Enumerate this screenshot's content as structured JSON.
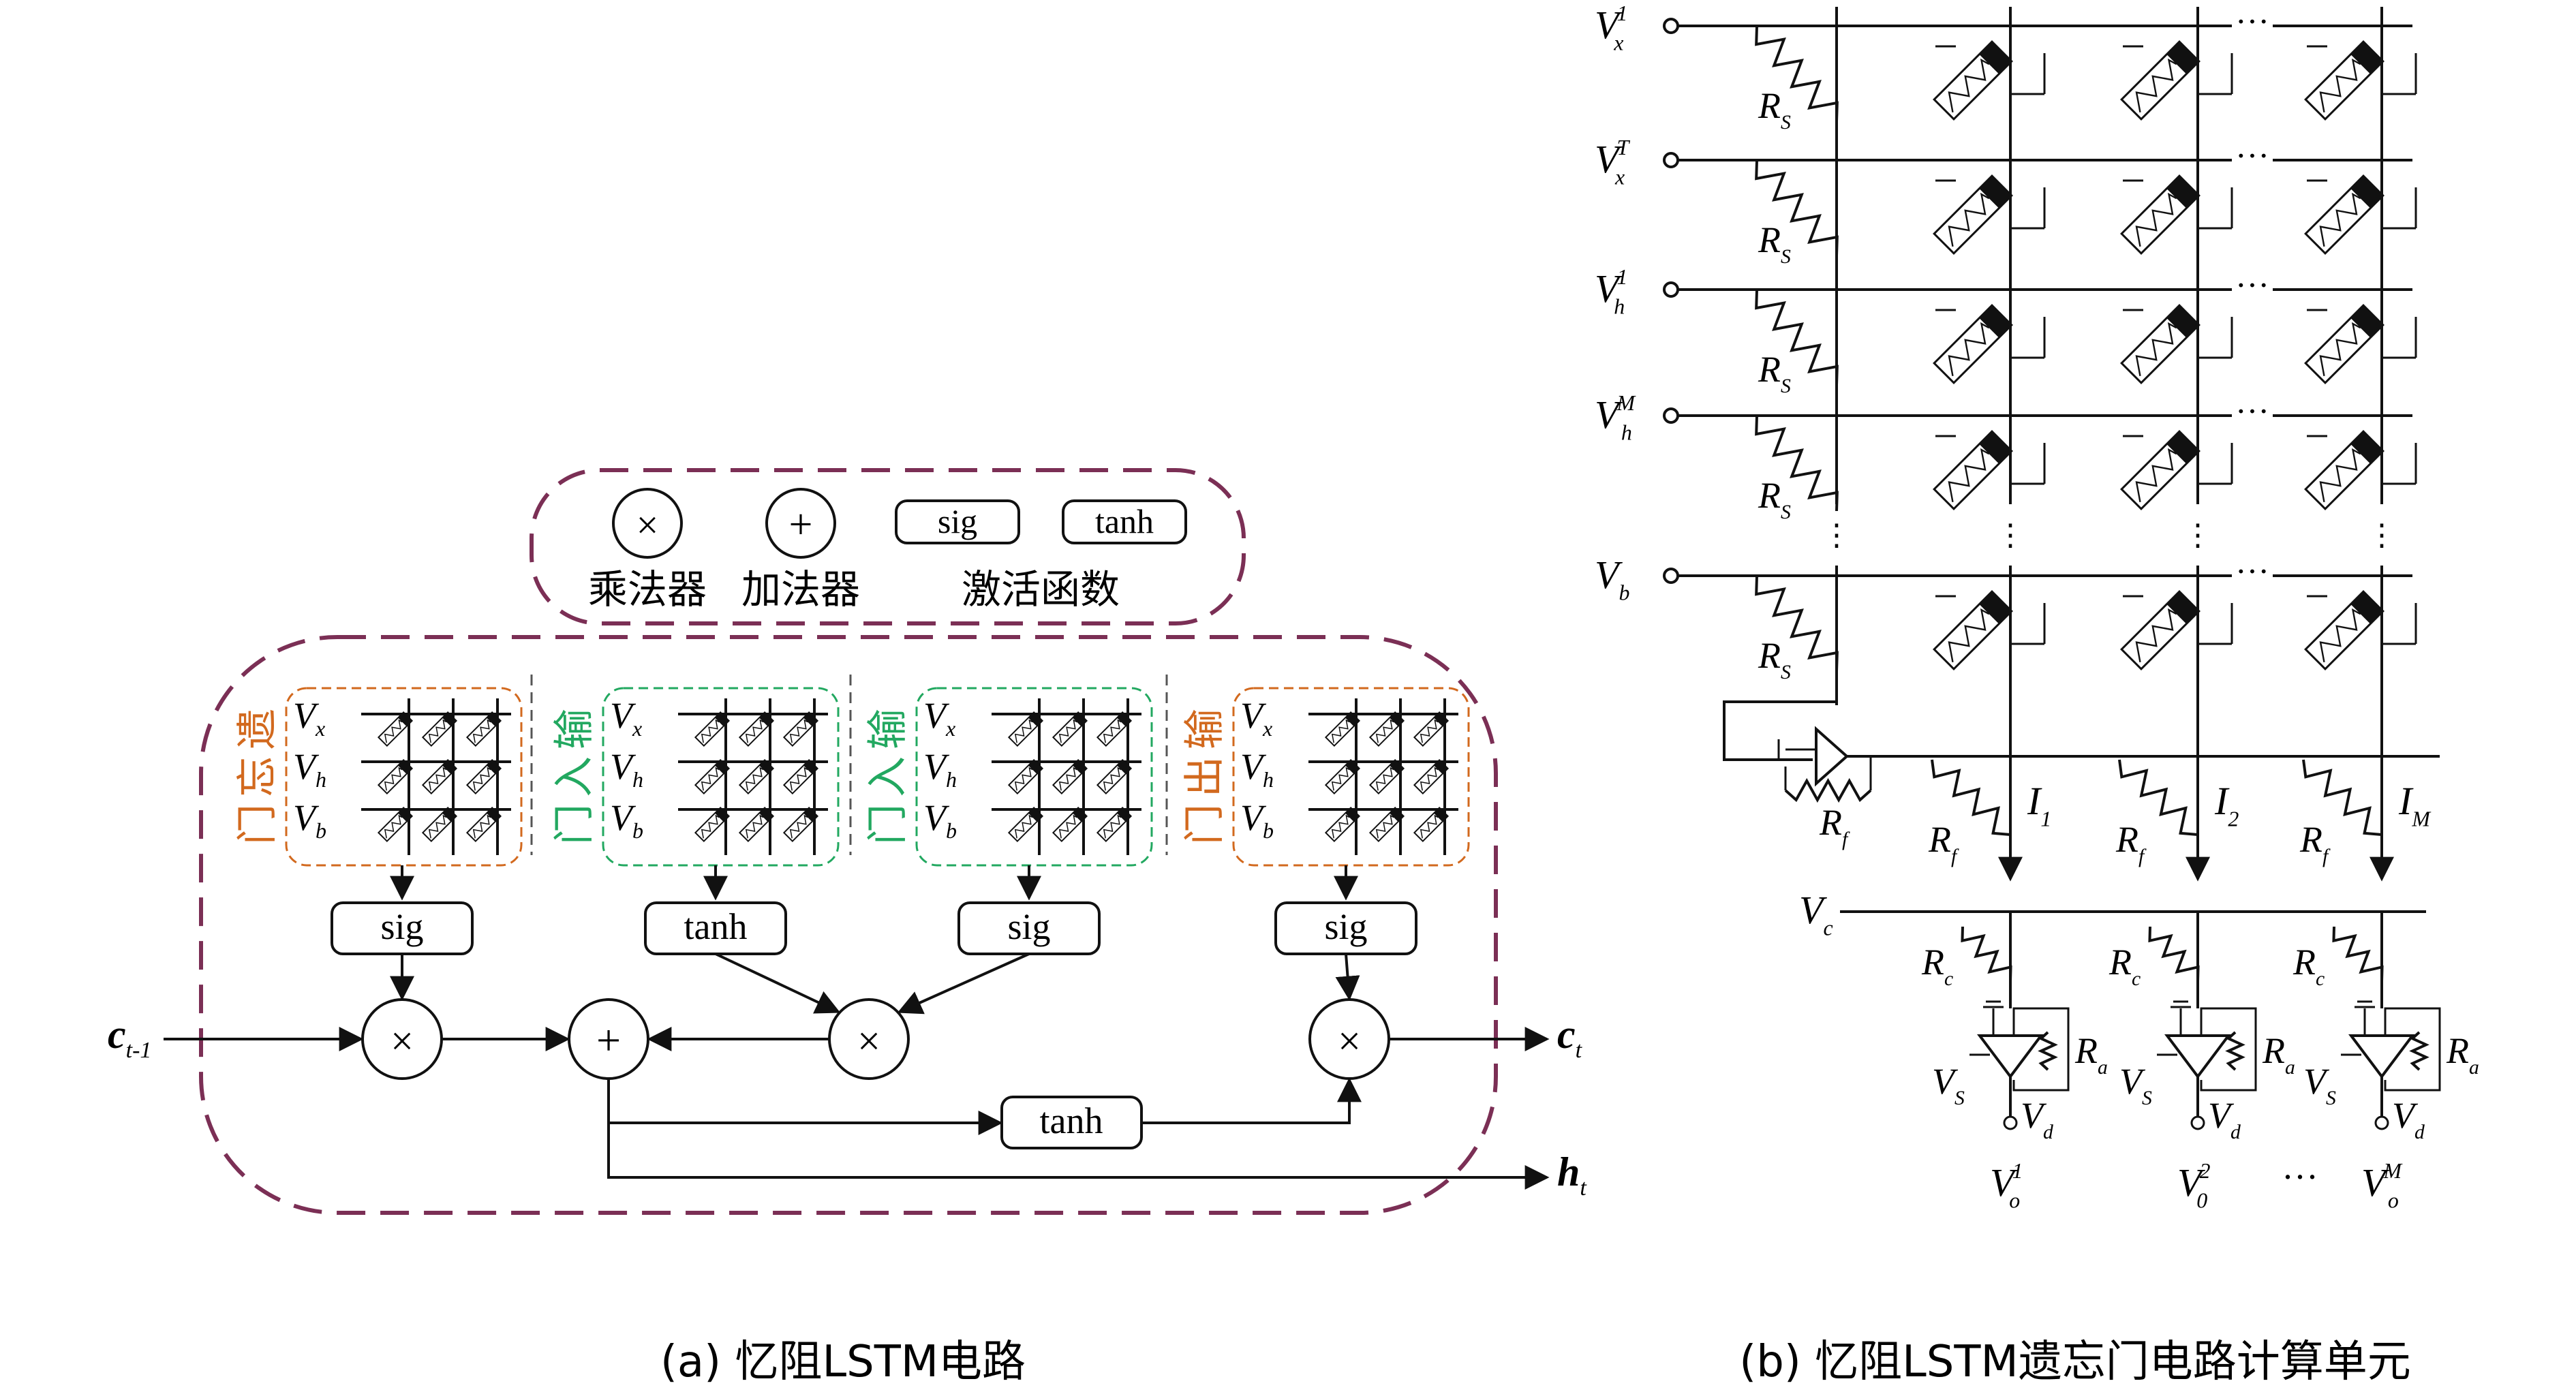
{
  "colors": {
    "ink": "#111111",
    "frame": "#7b2f55",
    "forget": "#d2691e",
    "input": "#22a860",
    "output": "#d2691e"
  },
  "legend": {
    "ops": {
      "mult": "×",
      "add": "+",
      "sig": "sig",
      "tanh": "tanh"
    },
    "labels": {
      "mult": "乘法器",
      "add": "加法器",
      "act": "激活函数"
    }
  },
  "left": {
    "caption": "(a) 忆阻LSTM电路",
    "gates": [
      {
        "id": "forget",
        "label": "遗忘门",
        "act": "sig",
        "color": "#d2691e"
      },
      {
        "id": "input1",
        "label": "输入门",
        "act": "tanh",
        "color": "#22a860"
      },
      {
        "id": "input2",
        "label": "输入门",
        "act": "sig",
        "color": "#22a860"
      },
      {
        "id": "output",
        "label": "输出门",
        "act": "sig",
        "color": "#d2691e"
      }
    ],
    "input_row_labels": [
      "V",
      "V",
      "V"
    ],
    "input_row_subs": [
      "x",
      "h",
      "b"
    ],
    "ops": {
      "mult": "×",
      "add": "+"
    },
    "tanh_bottom": "tanh",
    "signals": {
      "c_prev": {
        "main": "c",
        "sub": "t-1"
      },
      "c_t": {
        "main": "c",
        "sub": "t"
      },
      "h_t": {
        "main": "h",
        "sub": "t"
      }
    }
  },
  "right": {
    "caption": "(b) 忆阻LSTM遗忘门电路计算单元",
    "rows": [
      {
        "main": "V",
        "sub": "x",
        "sup": "1"
      },
      {
        "main": "V",
        "sub": "x",
        "sup": "T"
      },
      {
        "main": "V",
        "sub": "h",
        "sup": "1"
      },
      {
        "main": "V",
        "sub": "h",
        "sup": "M"
      },
      {
        "main": "V",
        "sub": "b",
        "sup": ""
      }
    ],
    "rs_label": {
      "main": "R",
      "sub": "S"
    },
    "rf_label": {
      "main": "R",
      "sub": "f"
    },
    "rc_label": {
      "main": "R",
      "sub": "c"
    },
    "ra_label": {
      "main": "R",
      "sub": "a"
    },
    "vs_label": {
      "main": "V",
      "sub": "S"
    },
    "vd_label": {
      "main": "V",
      "sub": "d"
    },
    "vc_label": {
      "main": "V",
      "sub": "c"
    },
    "currents": [
      {
        "main": "I",
        "sub": "1"
      },
      {
        "main": "I",
        "sub": "2"
      },
      {
        "main": "I",
        "sub": "M"
      }
    ],
    "outputs": [
      {
        "main": "V",
        "sub": "o",
        "sup": "1"
      },
      {
        "main": "V",
        "sub": "0",
        "sup": "2"
      },
      {
        "main": "V",
        "sub": "o",
        "sup": "M"
      }
    ],
    "ellipsis": "···"
  }
}
